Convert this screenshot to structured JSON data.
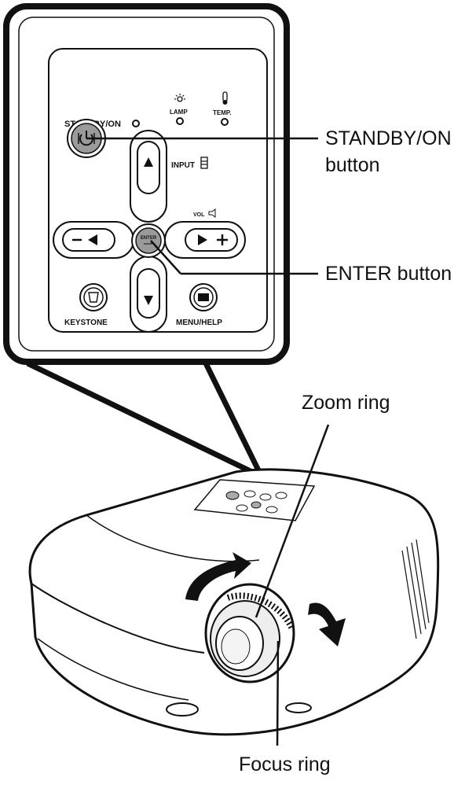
{
  "panel": {
    "standby_label": "STANDBY/ON",
    "lamp_label": "LAMP",
    "temp_label": "TEMP.",
    "input_label": "INPUT",
    "vol_label": "VOL",
    "enter_label": "ENTER",
    "keystone_label": "KEYSTONE",
    "menu_label": "MENU/HELP"
  },
  "callouts": {
    "standby_line1": "STANDBY/ON",
    "standby_line2": "button",
    "enter": "ENTER button",
    "zoom": "Zoom ring",
    "focus": "Focus ring"
  },
  "icons": [
    "power-icon",
    "lamp-icon",
    "temp-icon",
    "up-arrow-icon",
    "down-arrow-icon",
    "left-arrow-icon",
    "right-arrow-icon",
    "keystone-icon",
    "menu-icon",
    "rotate-arrow-icon"
  ],
  "colors": {
    "line": "#111111",
    "button_gray": "#9a9a9a",
    "panel_bg": "#ffffff"
  }
}
